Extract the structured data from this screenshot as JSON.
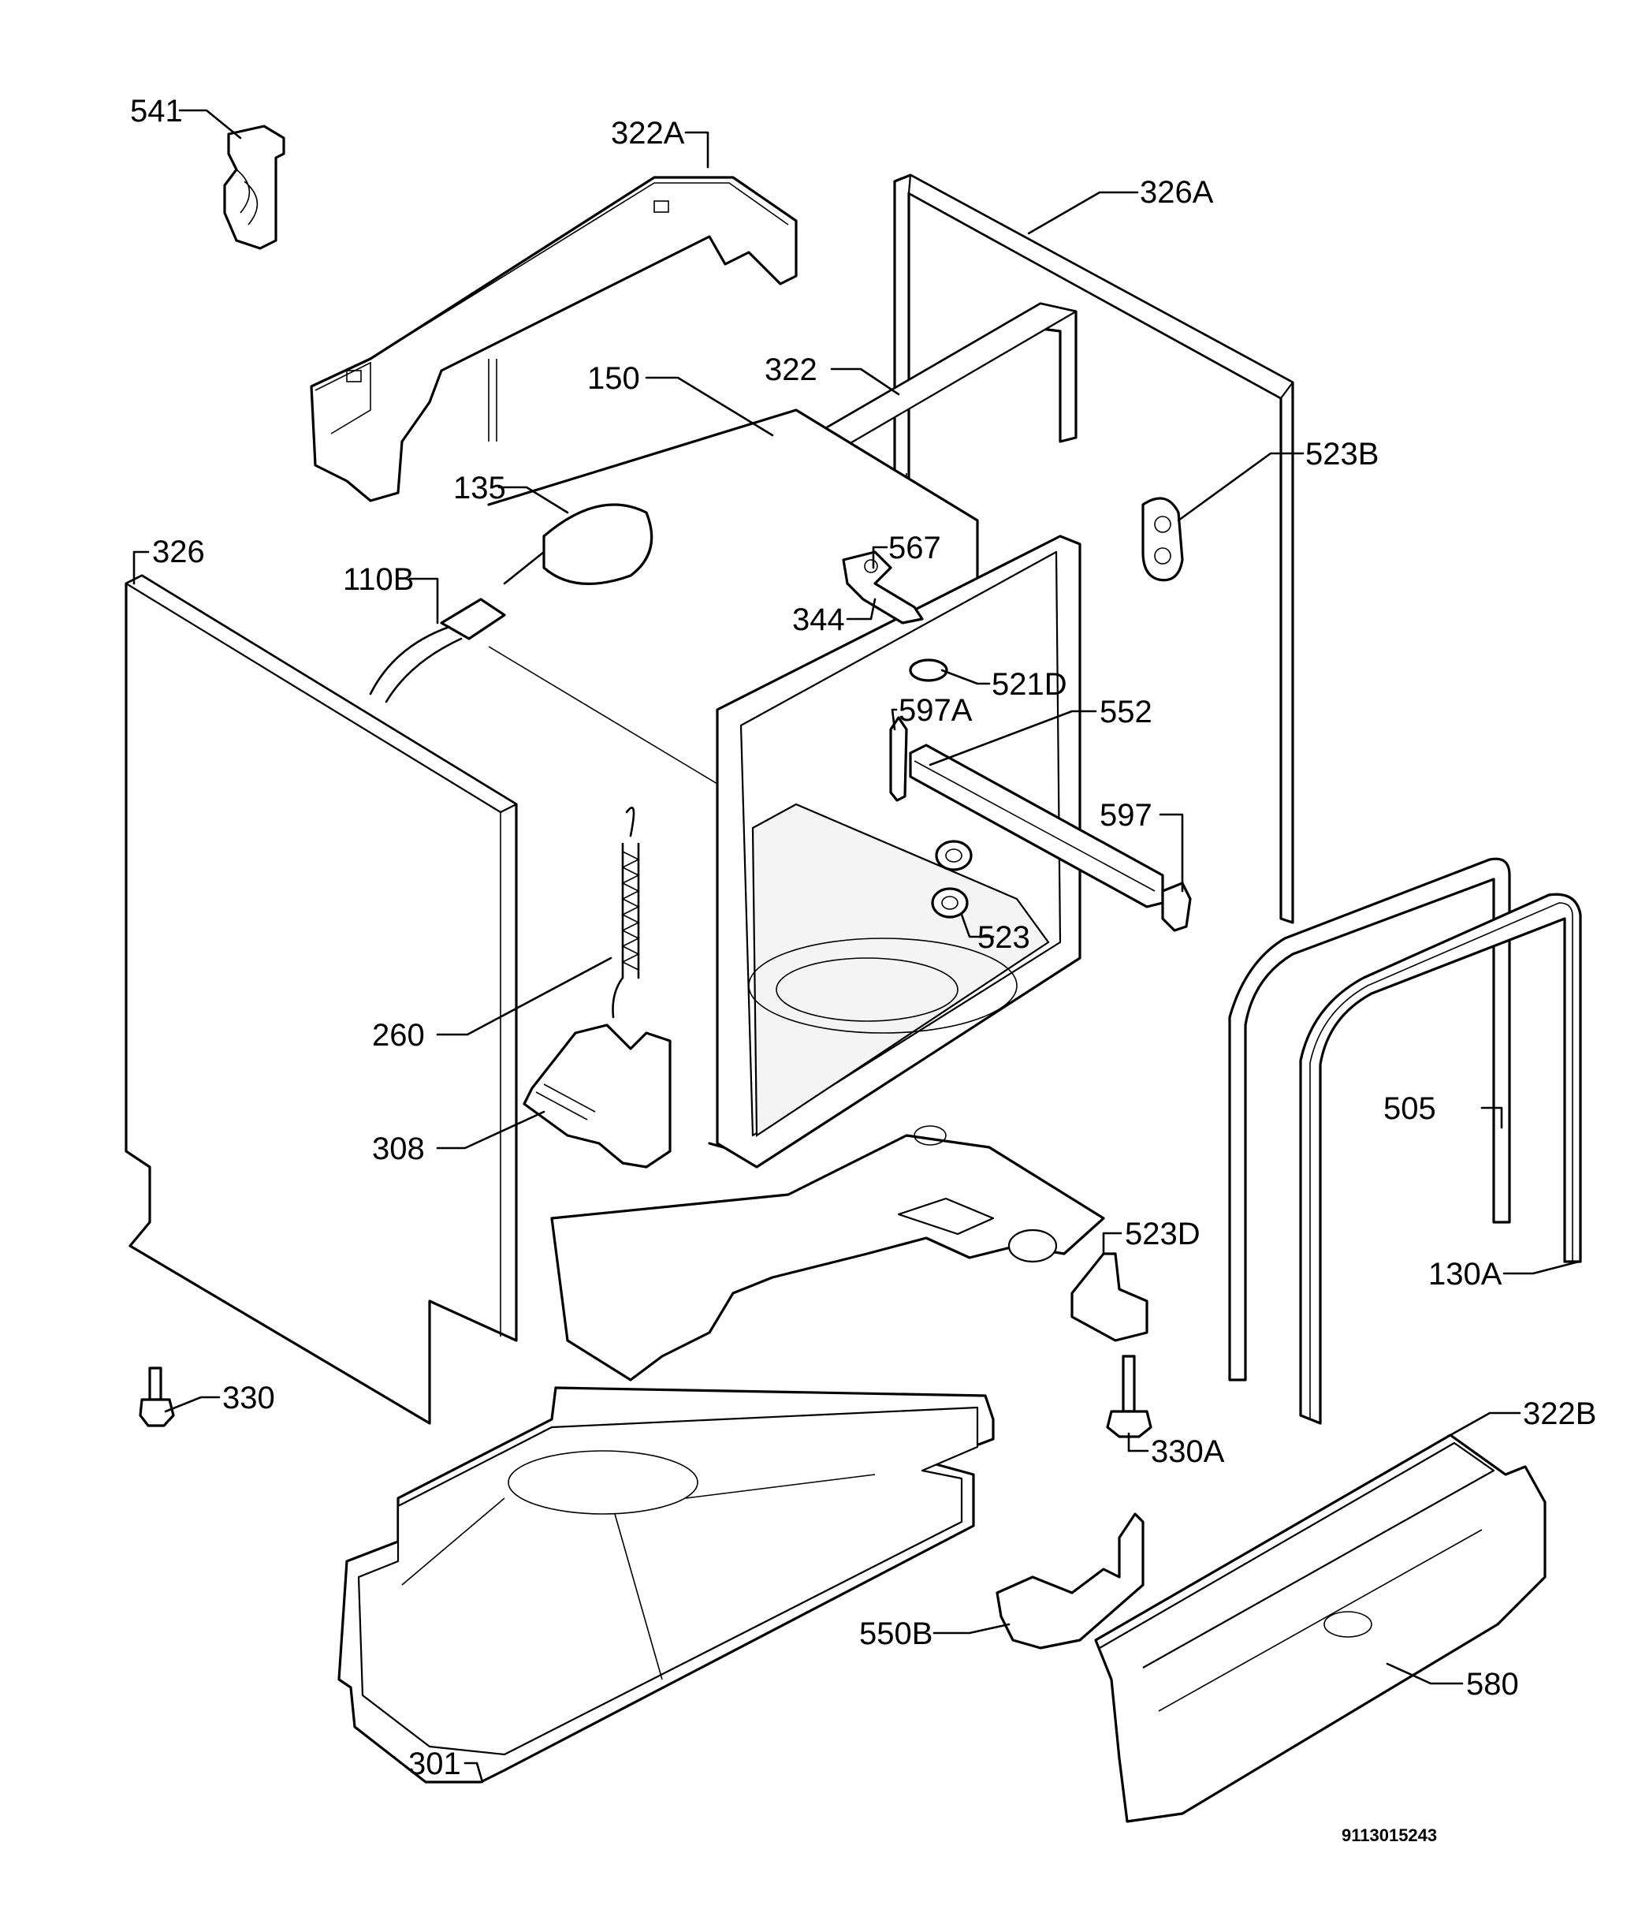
{
  "labels": {
    "p541": "541",
    "p322a": "322A",
    "p326a": "326A",
    "p150": "150",
    "p322": "322",
    "p523b": "523B",
    "p135": "135",
    "p326": "326",
    "p110b": "110B",
    "p567": "567",
    "p344": "344",
    "p521d": "521D",
    "p597a": "597A",
    "p552": "552",
    "p597": "597",
    "p523": "523",
    "p260": "260",
    "p308": "308",
    "p505": "505",
    "p523d": "523D",
    "p130a": "130A",
    "p330": "330",
    "p322b": "322B",
    "p330a": "330A",
    "p550b": "550B",
    "p580": "580",
    "p301": "301"
  },
  "document_code": "9113015243"
}
